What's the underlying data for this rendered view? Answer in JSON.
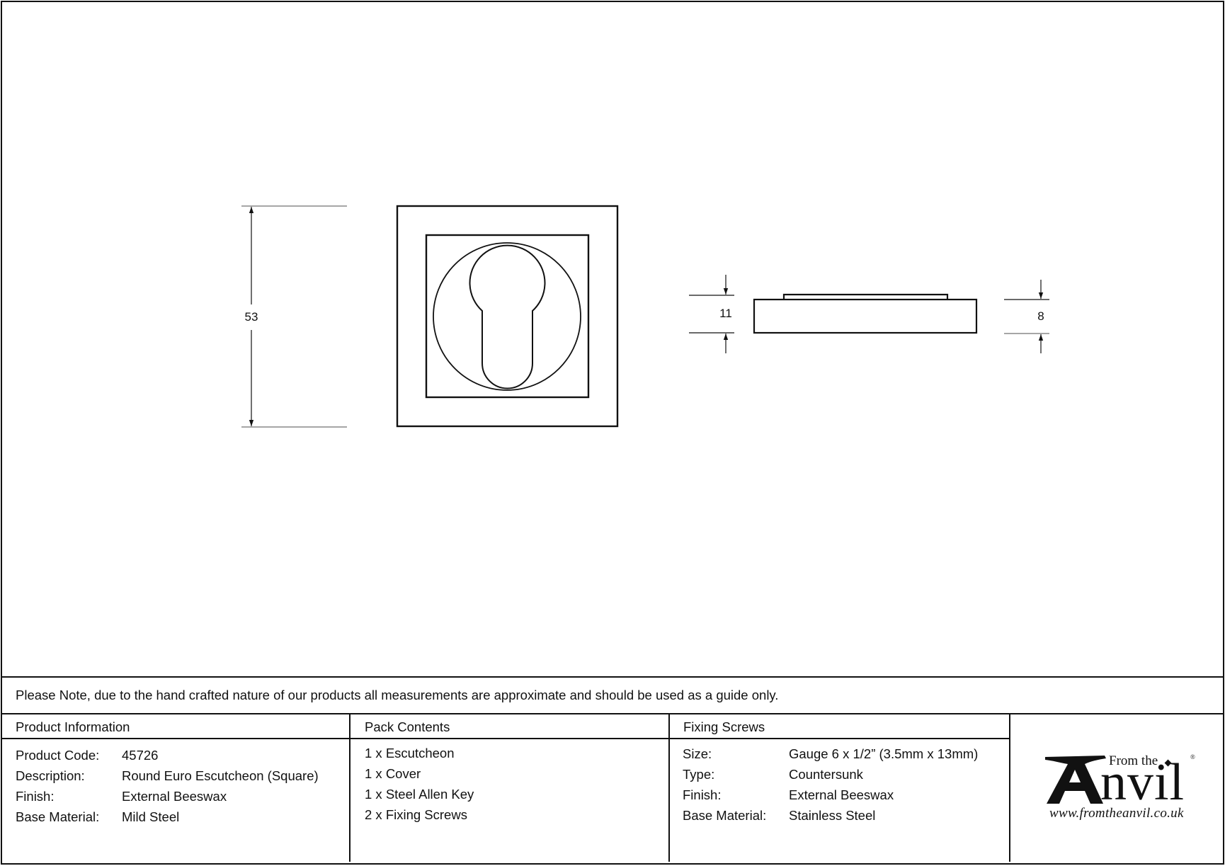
{
  "drawing": {
    "front_view": {
      "height_dimension": "53"
    },
    "side_view": {
      "overall_thickness_dimension": "11",
      "base_thickness_dimension": "8"
    }
  },
  "note": {
    "text": "Please Note, due to the hand crafted nature of our products all measurements are approximate and should be used as a guide only."
  },
  "product_information": {
    "title": "Product Information",
    "rows": [
      {
        "label": "Product Code:",
        "value": "45726"
      },
      {
        "label": "Description:",
        "value": "Round Euro Escutcheon (Square)"
      },
      {
        "label": "Finish:",
        "value": "External Beeswax"
      },
      {
        "label": "Base Material:",
        "value": "Mild Steel"
      }
    ]
  },
  "pack_contents": {
    "title": "Pack Contents",
    "items": [
      "1 x Escutcheon",
      "1 x Cover",
      "1 x Steel Allen Key",
      "2 x Fixing Screws"
    ]
  },
  "fixing_screws": {
    "title": "Fixing Screws",
    "rows": [
      {
        "label": "Size:",
        "value": "Gauge 6 x 1/2” (3.5mm x 13mm)"
      },
      {
        "label": "Type:",
        "value": "Countersunk"
      },
      {
        "label": "Finish:",
        "value": "External Beeswax"
      },
      {
        "label": "Base Material:",
        "value": "Stainless Steel"
      }
    ]
  },
  "logo": {
    "from_the": "From the",
    "wordmark_rest": "nvil",
    "registered": "®",
    "url": "www.fromtheanvil.co.uk"
  }
}
